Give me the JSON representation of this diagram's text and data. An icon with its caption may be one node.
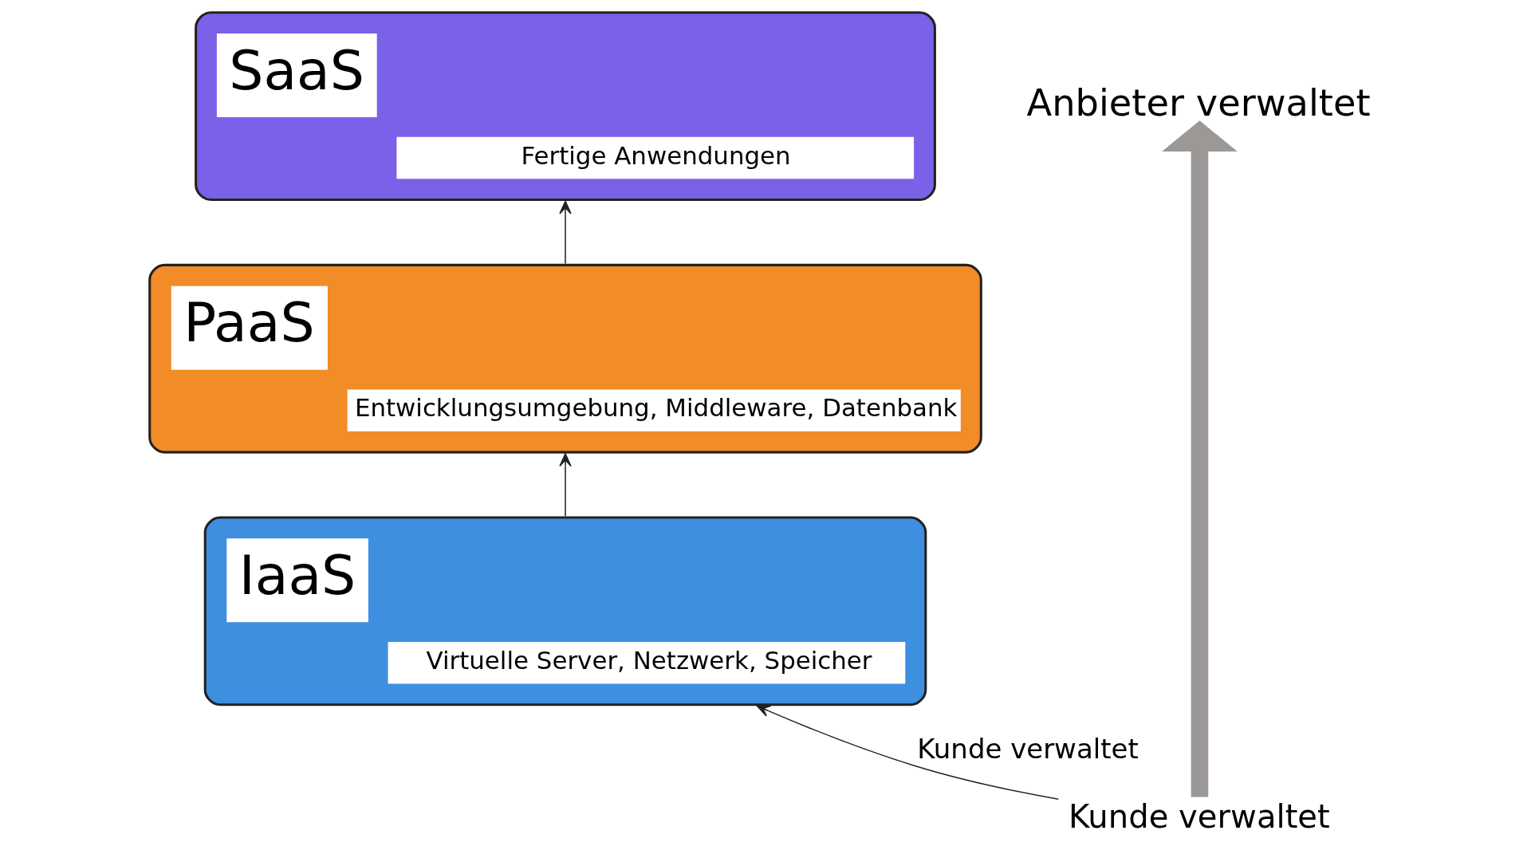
{
  "diagram": {
    "nodes": [
      {
        "text": [
          "SaaS",
          "Fertige Anwendungen"
        ]
      },
      {
        "text": [
          "PaaS",
          "Entwicklungsumgebung, Middleware, Datenbank"
        ]
      },
      {
        "text": [
          "IaaS",
          "Virtuelle Server, Netzwerk, Speicher"
        ]
      },
      {
        "text": [
          "Anbieter verwaltet"
        ]
      },
      {
        "text": [
          "Kunde verwaltet"
        ]
      }
    ],
    "edges": [
      {
        "from": 1,
        "to": 0,
        "arrow": "to"
      },
      {
        "from": 2,
        "to": 1,
        "arrow": "to"
      },
      {
        "from": 4,
        "to": 2,
        "arrow": "to",
        "label": "Kunde verwaltet"
      },
      {
        "from": 4,
        "to": 3,
        "arrow": "to",
        "style": "thick",
        "color": "#9c9896"
      }
    ]
  }
}
